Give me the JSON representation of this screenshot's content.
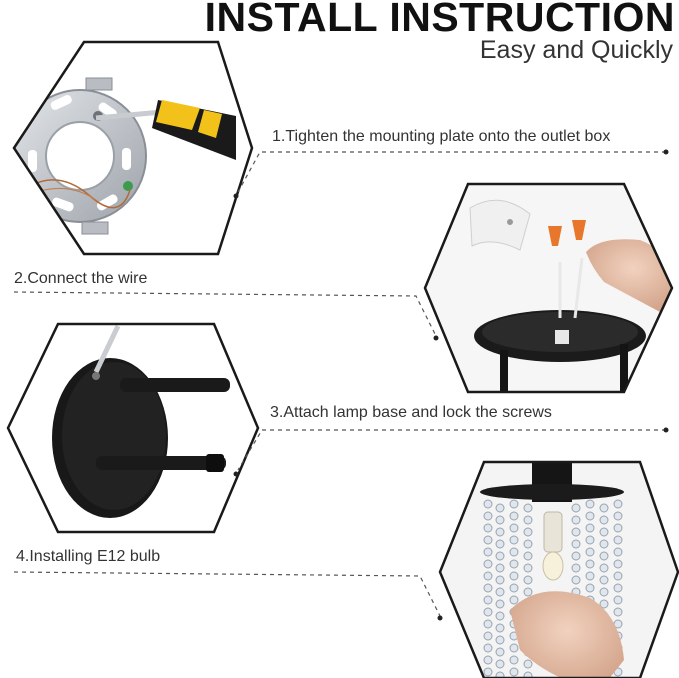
{
  "header": {
    "title": "INSTALL INSTRUCTION",
    "subtitle": "Easy and Quickly"
  },
  "steps": [
    {
      "label": "1.Tighten the mounting plate onto the outlet box",
      "image": "mounting-plate-screwdriver"
    },
    {
      "label": "2.Connect the wire",
      "image": "wire-connect"
    },
    {
      "label": "3.Attach lamp base and lock the screws",
      "image": "lamp-base"
    },
    {
      "label": "4.Installing E12 bulb",
      "image": "crystal-bulb"
    }
  ],
  "colors": {
    "hex_border": "#1a1a1a",
    "dash_line": "#555555",
    "metal": "#b8bcc2",
    "lamp_black": "#151515",
    "screwdriver_yellow": "#f2c21a",
    "wire_nut_orange": "#e8772c"
  }
}
